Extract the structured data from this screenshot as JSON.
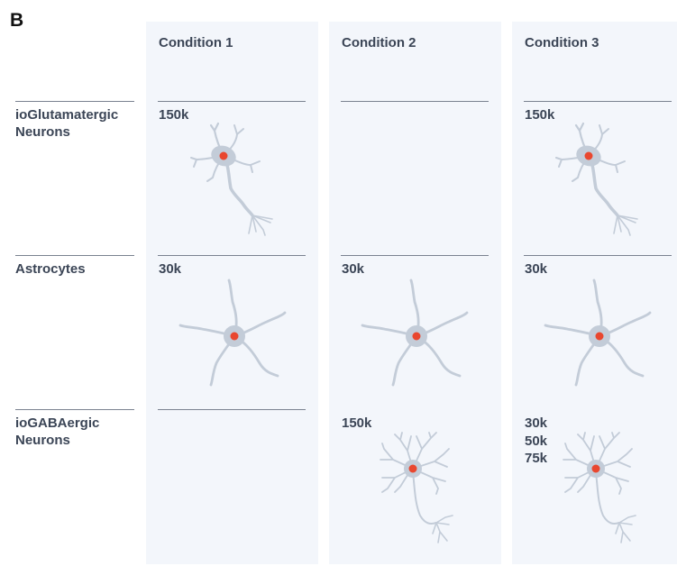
{
  "panel_label": "B",
  "columns": [
    "Condition 1",
    "Condition 2",
    "Condition 3"
  ],
  "rows": [
    {
      "label": "ioGlutamatergic Neurons",
      "cells": [
        "150k",
        "",
        "150k"
      ]
    },
    {
      "label": "Astrocytes",
      "cells": [
        "30k",
        "30k",
        "30k"
      ]
    },
    {
      "label": "ioGABAergic Neurons",
      "cells": [
        "",
        "150k",
        [
          "30k",
          "50k",
          "75k"
        ]
      ]
    }
  ],
  "icons": {
    "glutamatergic": "glutamatergic-neuron-icon",
    "astrocyte": "astrocyte-icon",
    "gabaergic": "gabaergic-neuron-icon"
  },
  "colors": {
    "cell_body": "#c3ccd8",
    "nucleus": "#e9472f",
    "column_bg": "#f3f6fb"
  }
}
